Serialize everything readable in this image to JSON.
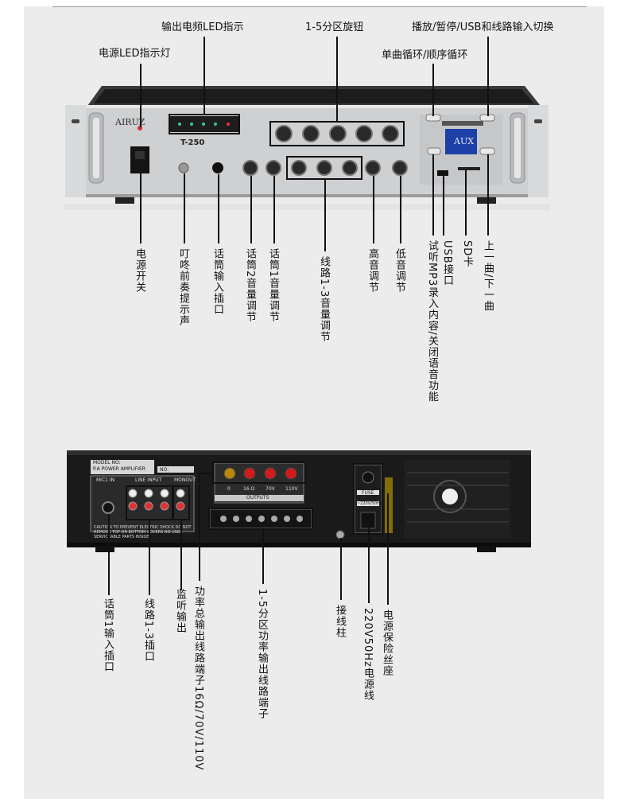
{
  "front": {
    "brand": "AIRUZ",
    "model": "T-250",
    "screen_text": "AUX",
    "top_callouts": {
      "power_led": "电源LED指示灯",
      "output_led": "输出电频LED指示",
      "zone_knobs": "1-5分区旋钮",
      "play_pause": "播放/暂停/USB和线路输入切换",
      "loop_mode": "单曲循环/顺序循环"
    },
    "bottom_callouts": [
      "电源开关",
      "叮咚前奏提示声",
      "话筒输入插口",
      "话筒2音量调节",
      "话筒1音量调节",
      "线路1-3音量调节",
      "高音调节",
      "低音调节",
      "试听MP3录入内容/关闭语音功能",
      "USB接口",
      "SD卡",
      "上一曲/下一曲"
    ]
  },
  "rear": {
    "model_label": "MODEL NO:",
    "product_label": "P.A POWER AMPLIFIER",
    "no_label": "NO:",
    "mic_in_label": "MIC1 IN",
    "line_input_label": "LINE INPUT",
    "monout_label": "MONOUT",
    "outputs_label": "OUTPUTS",
    "terminal_labels": [
      "0",
      "16 Ω",
      "70V",
      "110V"
    ],
    "fuse_label": "FUSE",
    "voltage_label": "~220V/50Hz",
    "caution_text": "CAUTION TO PREVENT ELECTRIC SHOCK DO NOT REMOVE TOP OR BOTTOM COVERS NO USER SERVICEABLE PARTS INSIDE",
    "bottom_callouts": [
      "话筒1输入插口",
      "线路1-3插口",
      "监听输出",
      "功率总输出线路端子16Ω/70V/110V",
      "1-5分区功率输出线路端子",
      "接线柱",
      "220V50Hz电源线",
      "电源保险丝座"
    ]
  }
}
